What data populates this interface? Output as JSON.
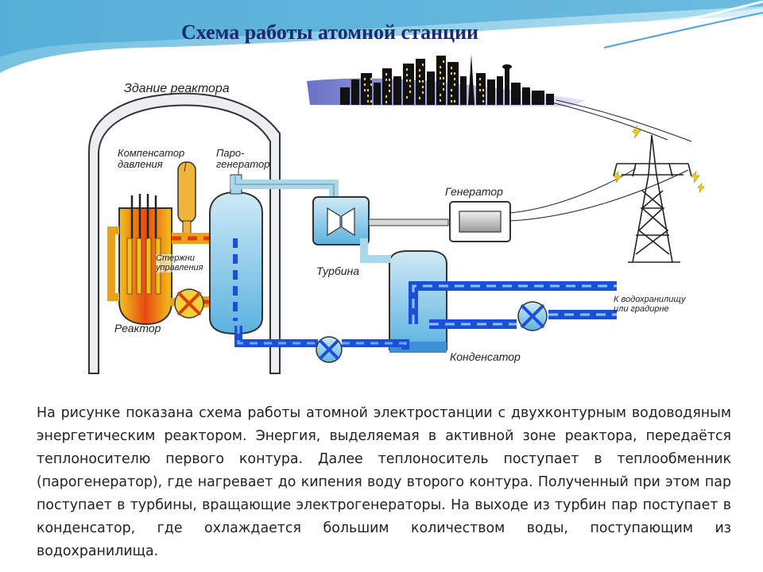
{
  "slide": {
    "title": "Схема работы атомной станции",
    "description": "На рисунке показана схема работы атомной электростанции с двухконтурным водоводяным энергетическим реактором. Энергия, выделяемая в активной зоне реактора, передаётся теплоносителю первого контура. Далее теплоноситель поступает в теплообменник (парогенератор), где нагревает до кипения воду второго контура. Полученный при этом пар поступает в турбины, вращающие электрогенераторы. На выходе из турбин пар поступает в конденсатор, где охлаждается большим количеством воды, поступающим из водохранилища."
  },
  "diagram": {
    "labels": {
      "reactor_building": "Здание реактора",
      "pressurizer": "Компенсатор\nдавления",
      "steam_generator": "Паро-\nгенератор",
      "control_rods": "Стержни\nуправления",
      "reactor": "Реактор",
      "turbine": "Турбина",
      "generator": "Генератор",
      "condenser": "Конденсатор",
      "cooling_outlet": "К водохранилищу\nили градирне"
    },
    "colors": {
      "primary_loop": "#e8a21c",
      "primary_core": "#e23b10",
      "secondary_loop": "#1a4fd8",
      "steam": "#a9d8ec",
      "title": "#1a2a6c",
      "header_stripes": "#7fc8e6"
    },
    "icons": [
      "city-skyline-icon",
      "power-tower-icon",
      "lightning-icon",
      "pump-icon"
    ]
  }
}
